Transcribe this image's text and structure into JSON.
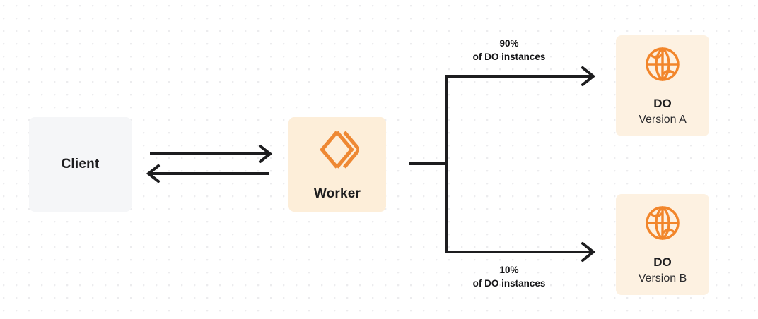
{
  "diagram": {
    "type": "architecture-flow",
    "background": "#ffffff",
    "dot_grid_color": "#ececee",
    "nodes": [
      {
        "id": "client",
        "title": "Client",
        "subtitle": "",
        "icon": "",
        "fill": "#f5f6f8",
        "text_color": "#1d1d1f"
      },
      {
        "id": "worker",
        "title": "Worker",
        "subtitle": "",
        "icon": "cloudflare-workers-icon",
        "fill": "#fdeed9",
        "icon_color": "#ee8833",
        "text_color": "#1d1d1f"
      },
      {
        "id": "do-a",
        "title": "DO",
        "subtitle": "Version A",
        "icon": "globe-icon",
        "fill": "#fdf1e1",
        "icon_color": "#f2862b",
        "text_color": "#1d1d1f"
      },
      {
        "id": "do-b",
        "title": "DO",
        "subtitle": "Version B",
        "icon": "globe-icon",
        "fill": "#fdf1e1",
        "icon_color": "#f2862b",
        "text_color": "#1d1d1f"
      }
    ],
    "edges": [
      {
        "id": "client-to-worker",
        "from": "client",
        "to": "worker",
        "direction": "right",
        "label": ""
      },
      {
        "id": "worker-to-client",
        "from": "worker",
        "to": "client",
        "direction": "left",
        "label": ""
      },
      {
        "id": "worker-to-do-a",
        "from": "worker",
        "to": "do-a",
        "direction": "right",
        "percent": "90%",
        "description": "of DO instances"
      },
      {
        "id": "worker-to-do-b",
        "from": "worker",
        "to": "do-b",
        "direction": "right",
        "percent": "10%",
        "description": "of DO instances"
      }
    ],
    "line_color": "#1d1d1f"
  }
}
